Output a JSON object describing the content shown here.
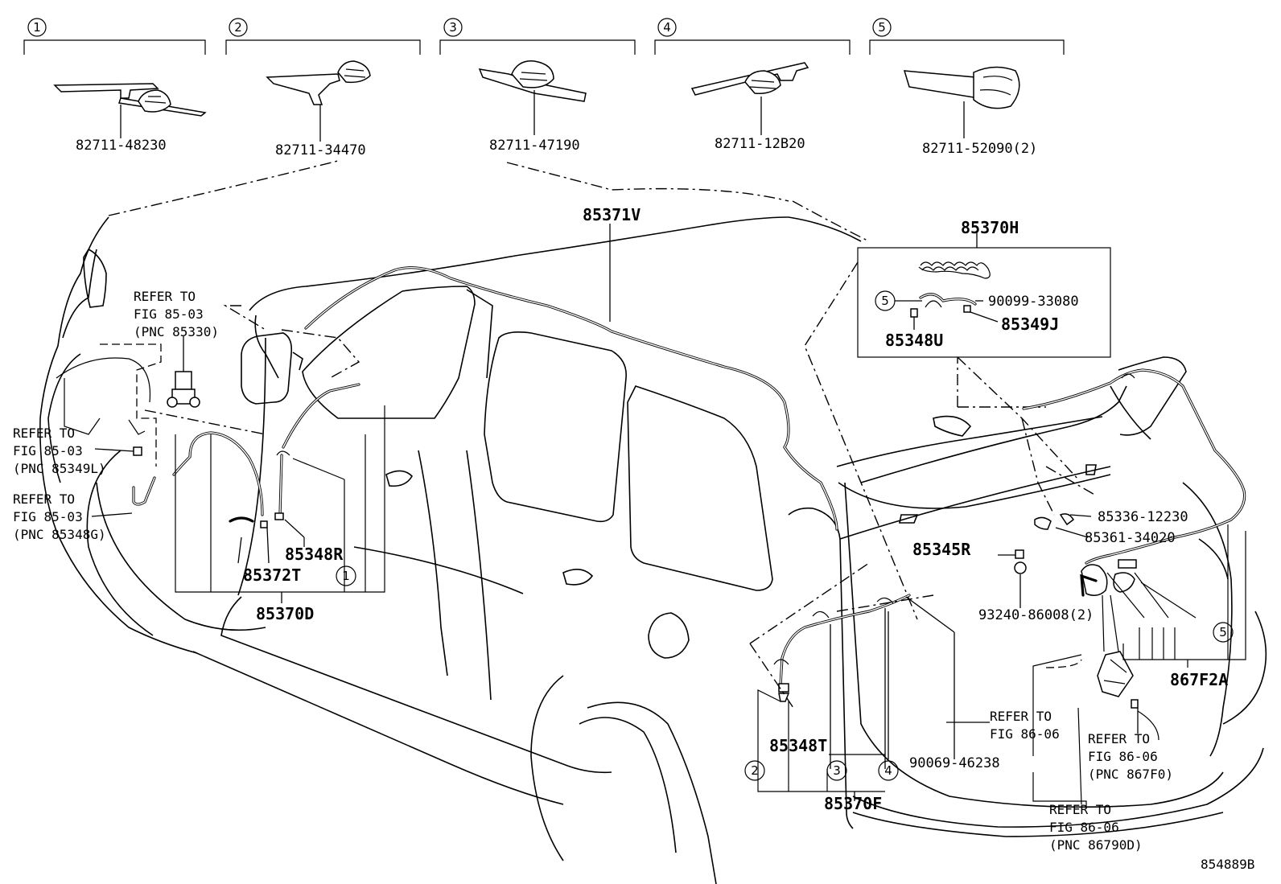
{
  "variants": [
    {
      "index": "1",
      "part_no": "82711-48230"
    },
    {
      "index": "2",
      "part_no": "82711-34470"
    },
    {
      "index": "3",
      "part_no": "82711-47190"
    },
    {
      "index": "4",
      "part_no": "82711-12B20"
    },
    {
      "index": "5",
      "part_no": "82711-52090(2)"
    }
  ],
  "labels": {
    "p85370H": "85370H",
    "p85371V": "85371V",
    "p90099": "90099-33080",
    "p85348U": "85348U",
    "p85349J": "85349J",
    "p85336": "85336-12230",
    "p85361": "85361-34020",
    "p85345R": "85345R",
    "p93240": "93240-86008(2)",
    "p867F2A": "867F2A",
    "p85348R": "85348R",
    "p85372T": "85372T",
    "p85370D": "85370D",
    "p85348T": "85348T",
    "p90069": "90069-46238",
    "p85370F": "85370F",
    "drawing_no": "854889B"
  },
  "callouts": {
    "c1": "1",
    "c2": "2",
    "c3": "3",
    "c4": "4",
    "c5a": "5",
    "c5b": "5"
  },
  "refer_notes": {
    "r1": [
      "REFER TO",
      "FIG 85-03",
      "(PNC 85330)"
    ],
    "r2": [
      "REFER TO",
      "FIG 85-03",
      "(PNC 85349L)"
    ],
    "r3": [
      "REFER TO",
      "FIG 85-03",
      "(PNC 85348G)"
    ],
    "r4": [
      "REFER TO",
      "FIG 86-06"
    ],
    "r5": [
      "REFER TO",
      "FIG 86-06",
      "(PNC 867F0)"
    ],
    "r6": [
      "REFER TO",
      "FIG 86-06",
      "(PNC 86790D)"
    ]
  }
}
